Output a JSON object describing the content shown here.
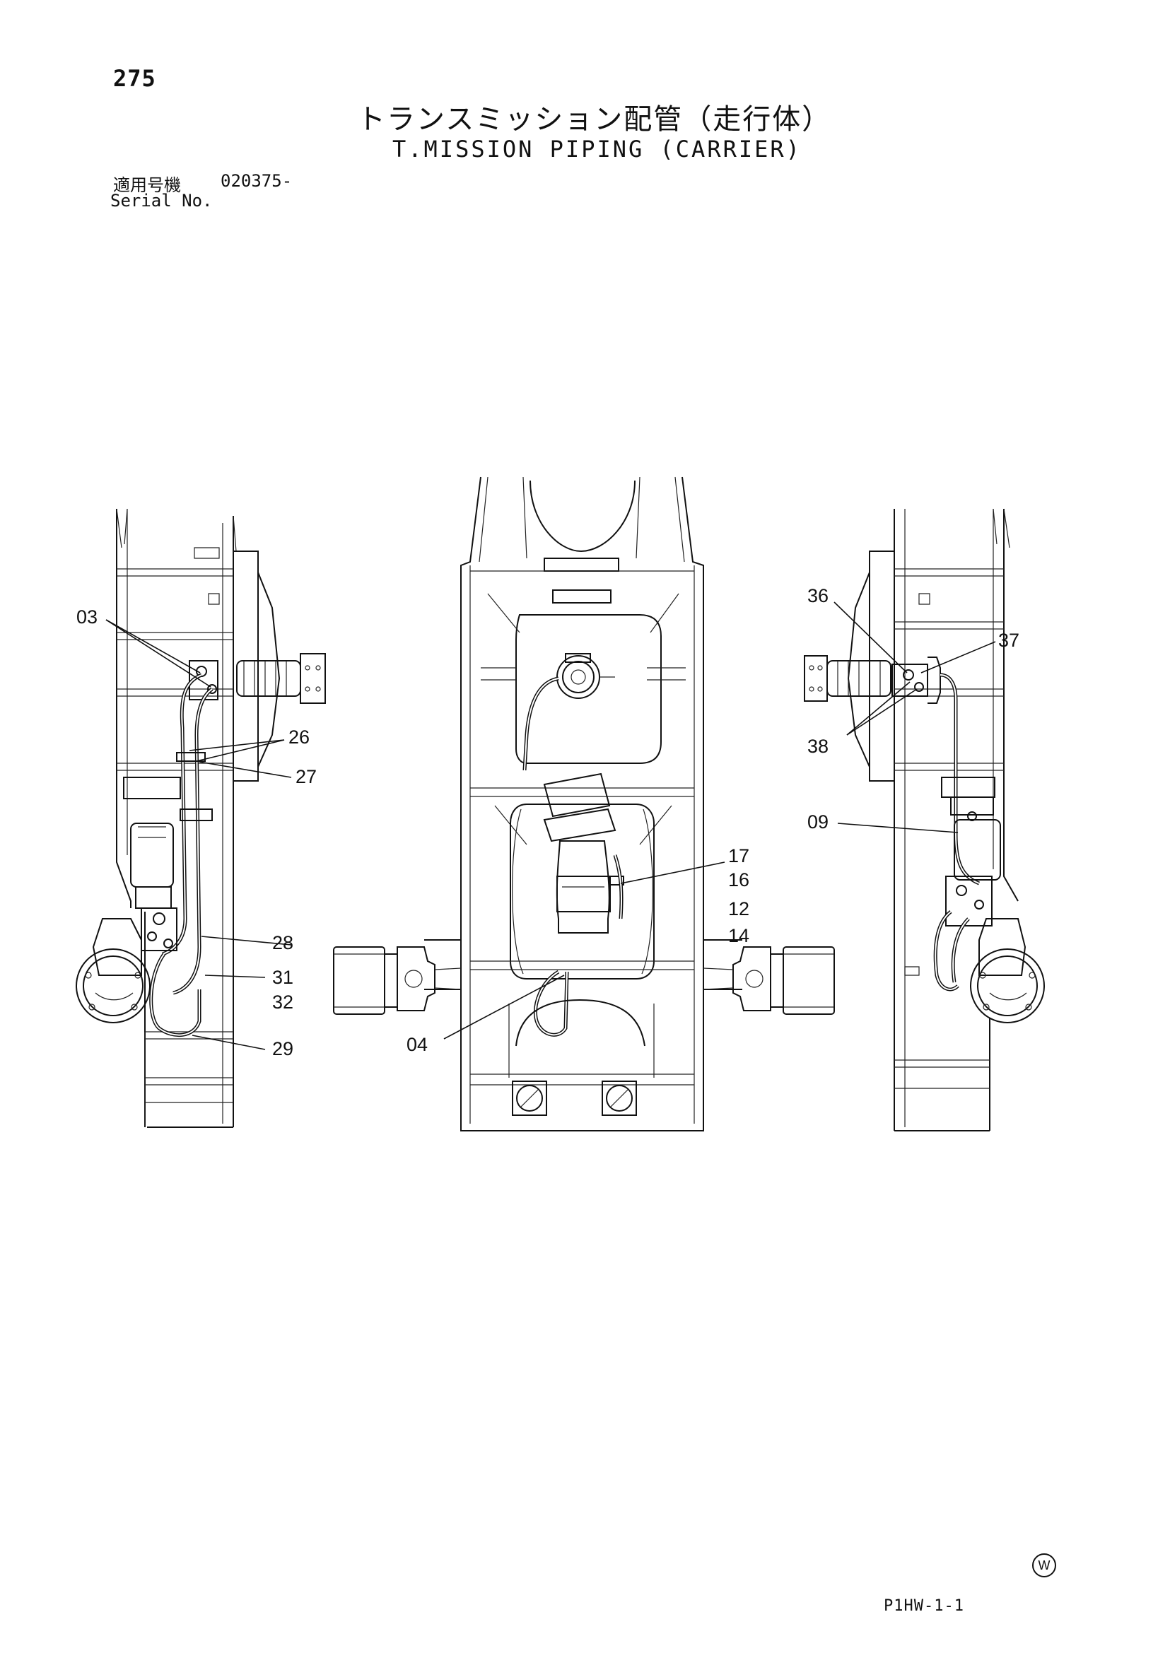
{
  "page": {
    "number": "275",
    "title_jp": "トランスミッション配管（走行体）",
    "title_en": "T.MISSION PIPING (CARRIER)",
    "serial_label_jp": "適用号機",
    "serial_number": "020375-",
    "serial_label_en": "Serial No.",
    "page_code": "P1HW-1-1",
    "maker_mark": "W"
  },
  "callouts": {
    "c03": "03",
    "c26": "26",
    "c27": "27",
    "c28": "28",
    "c31": "31",
    "c32": "32",
    "c29": "29",
    "c36": "36",
    "c37": "37",
    "c38": "38",
    "c09": "09",
    "c17": "17",
    "c16": "16",
    "c12": "12",
    "c14": "14",
    "c04": "04"
  }
}
